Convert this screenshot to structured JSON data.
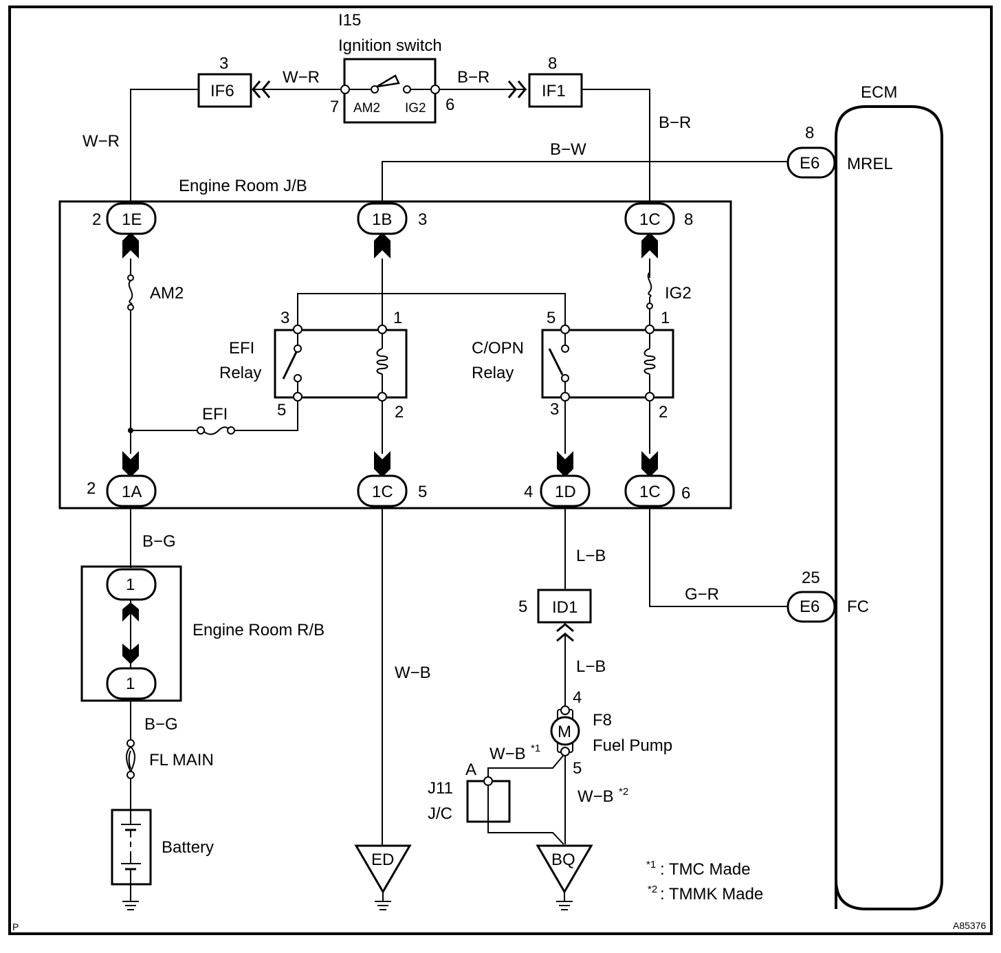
{
  "diagram": {
    "figure_id": "A85376",
    "corner_mark": "P",
    "ignition_switch": {
      "code": "I15",
      "name": "Ignition switch",
      "pin_left": "7",
      "pin_right": "6",
      "contact_left": "AM2",
      "contact_right": "IG2"
    },
    "connectors": {
      "if6": {
        "code": "IF6",
        "pin": "3",
        "wire": "W−R"
      },
      "if1": {
        "code": "IF1",
        "pin": "8",
        "wire": "B−R"
      },
      "id1": {
        "code": "ID1",
        "pin": "5"
      }
    },
    "wires": {
      "if6_down": "W−R",
      "if1_down": "B−R",
      "mrel": "B−W",
      "b_g_top": "B−G",
      "b_g_bottom": "B−G",
      "w_b_ground": "W−B",
      "l_b_top": "L−B",
      "l_b_bottom": "L−B",
      "g_r": "G−R",
      "w_b_1": "W−B",
      "w_b_1_note": "*1",
      "w_b_2": "W−B",
      "w_b_2_note": "*2"
    },
    "junction_block": {
      "name": "Engine Room J/B",
      "top_terminals": [
        {
          "code": "1E",
          "pin": "2"
        },
        {
          "code": "1B",
          "pin": "3"
        },
        {
          "code": "1C",
          "pin": "8"
        }
      ],
      "bottom_terminals": [
        {
          "code": "1A",
          "pin": "2"
        },
        {
          "code": "1C",
          "pin": "5"
        },
        {
          "code": "1D",
          "pin": "4"
        },
        {
          "code": "1C",
          "pin": "6"
        }
      ],
      "fuses": {
        "am2": "AM2",
        "ig2": "IG2",
        "efi": "EFI"
      },
      "efi_relay": {
        "name_line1": "EFI",
        "name_line2": "Relay",
        "pins": [
          "3",
          "1",
          "5",
          "2"
        ]
      },
      "copn_relay": {
        "name_line1": "C/OPN",
        "name_line2": "Relay",
        "pins": [
          "5",
          "1",
          "3",
          "2"
        ]
      }
    },
    "relay_block": {
      "name": "Engine Room R/B",
      "terminal_top": "1",
      "terminal_bottom": "1"
    },
    "fl_main": "FL MAIN",
    "battery": "Battery",
    "grounds": [
      "ED",
      "BQ"
    ],
    "fuel_pump": {
      "code": "F8",
      "name": "Fuel Pump",
      "symbol": "M",
      "pin_top": "4",
      "pin_bottom": "5"
    },
    "junction_connector": {
      "code": "J11",
      "name": "J/C",
      "pin": "A"
    },
    "ecm": {
      "name": "ECM",
      "terminals": [
        {
          "connector": "E6",
          "pin": "8",
          "signal": "MREL"
        },
        {
          "connector": "E6",
          "pin": "25",
          "signal": "FC"
        }
      ]
    },
    "notes": [
      {
        "mark": "*1",
        "text": ": TMC Made"
      },
      {
        "mark": "*2",
        "text": ": TMMK Made"
      }
    ]
  }
}
